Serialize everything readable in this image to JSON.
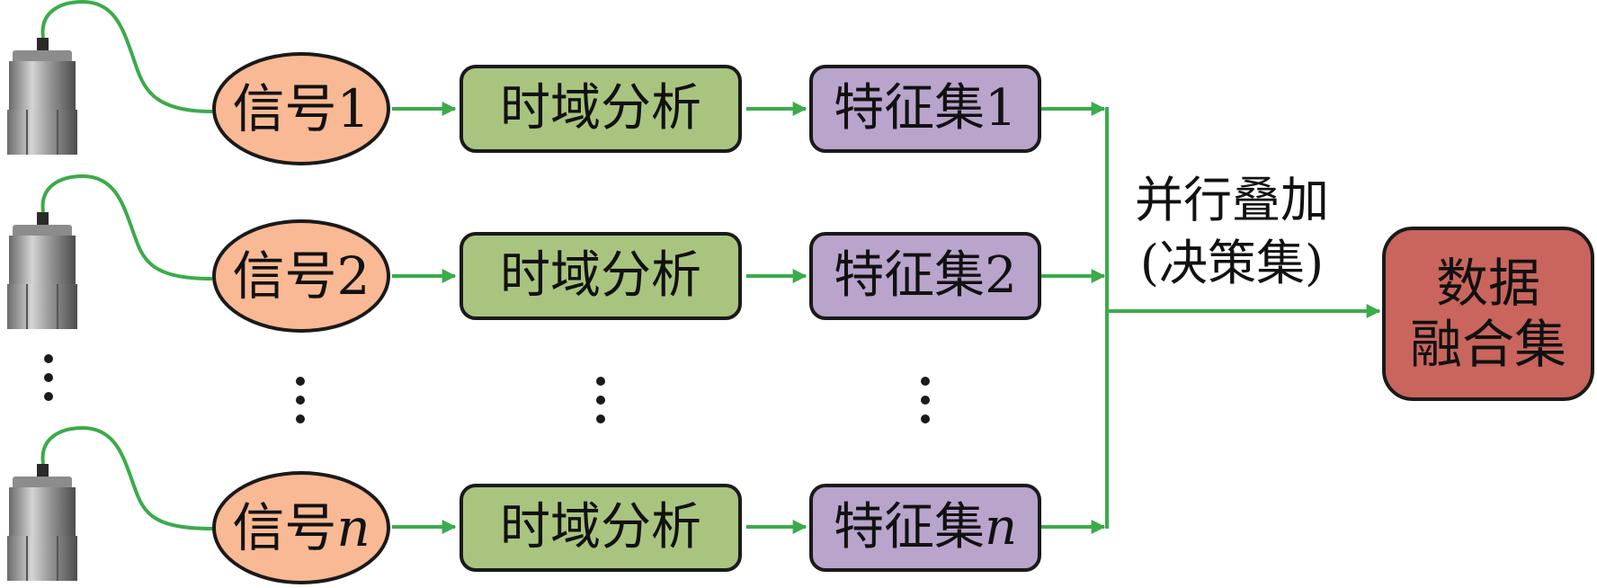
{
  "rows": [
    {
      "signal_prefix": "信号",
      "signal_index": "1",
      "index_italic": false,
      "analysis": "时域分析",
      "feature_prefix": "特征集",
      "feature_index": "1"
    },
    {
      "signal_prefix": "信号",
      "signal_index": "2",
      "index_italic": false,
      "analysis": "时域分析",
      "feature_prefix": "特征集",
      "feature_index": "2"
    },
    {
      "signal_prefix": "信号",
      "signal_index": "n",
      "index_italic": true,
      "analysis": "时域分析",
      "feature_prefix": "特征集",
      "feature_index": "n"
    }
  ],
  "merge_label": {
    "line1": "并行叠加",
    "line2": "(决策集)"
  },
  "fusion": {
    "line1": "数据",
    "line2": "融合集"
  },
  "colors": {
    "signal_fill": "#f8b994",
    "analysis_fill": "#a9c47f",
    "feature_fill": "#b9a4cc",
    "fusion_fill": "#c9655d",
    "connector": "#3bab4b",
    "outline": "#1a1a1a"
  }
}
